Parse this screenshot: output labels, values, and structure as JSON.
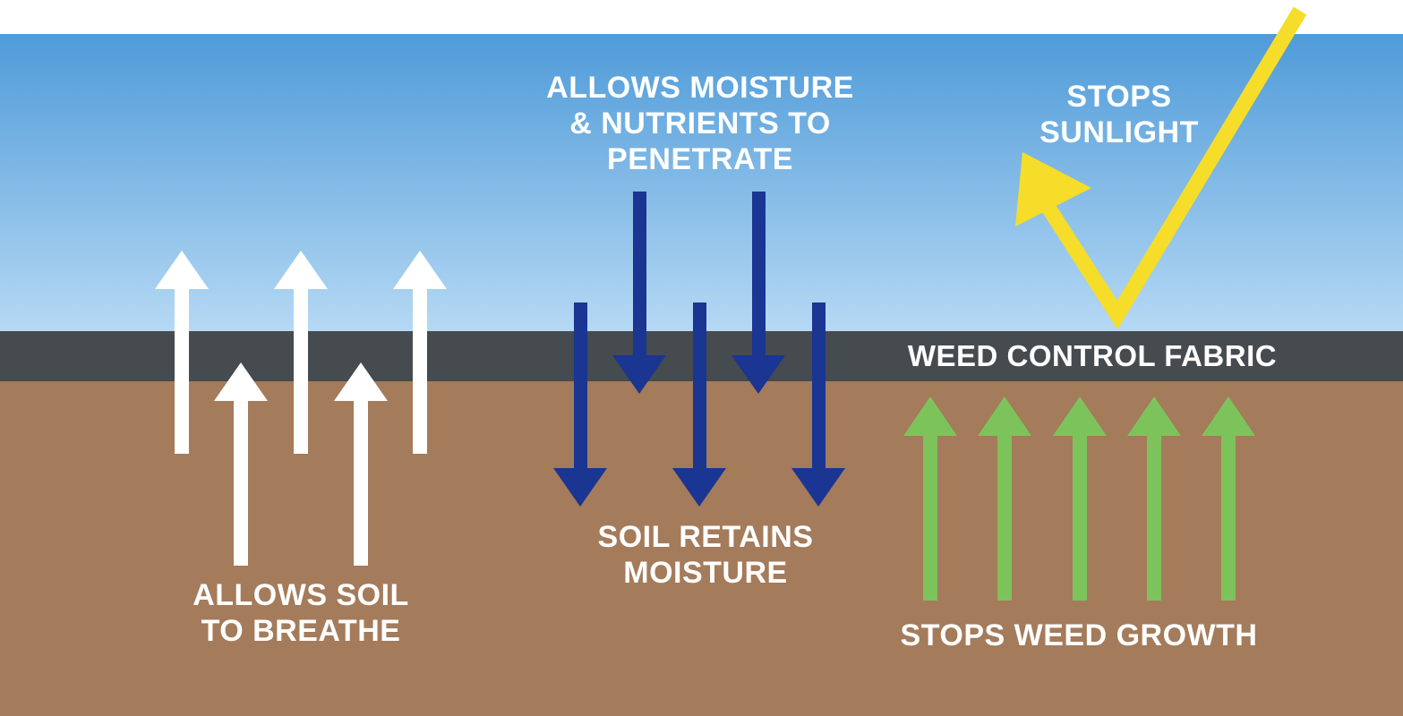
{
  "labels": {
    "moisture_line1": "ALLOWS MOISTURE",
    "moisture_line2": "& NUTRIENTS TO",
    "moisture_line3": "PENETRATE",
    "sunlight_line1": "STOPS",
    "sunlight_line2": "SUNLIGHT",
    "fabric": "WEED CONTROL FABRIC",
    "soil_retains_line1": "SOIL RETAINS",
    "soil_retains_line2": "MOISTURE",
    "breathe_line1": "ALLOWS SOIL",
    "breathe_line2": "TO BREATHE",
    "weed_growth": "STOPS WEED GROWTH"
  },
  "colors": {
    "sky_top": "#4f9bd9",
    "sky_bottom": "#b6d9f4",
    "fabric": "#454b4f",
    "soil": "#a47b5b",
    "air_arrow": "#ffffff",
    "water_arrow": "#1a3592",
    "weed_arrow": "#7dc35b",
    "sun_arrow": "#f5dd2a"
  },
  "icons": {
    "air": "arrow-up-icon",
    "water": "arrow-down-icon",
    "weed": "arrow-up-icon",
    "sun": "reflected-arrow-icon"
  }
}
